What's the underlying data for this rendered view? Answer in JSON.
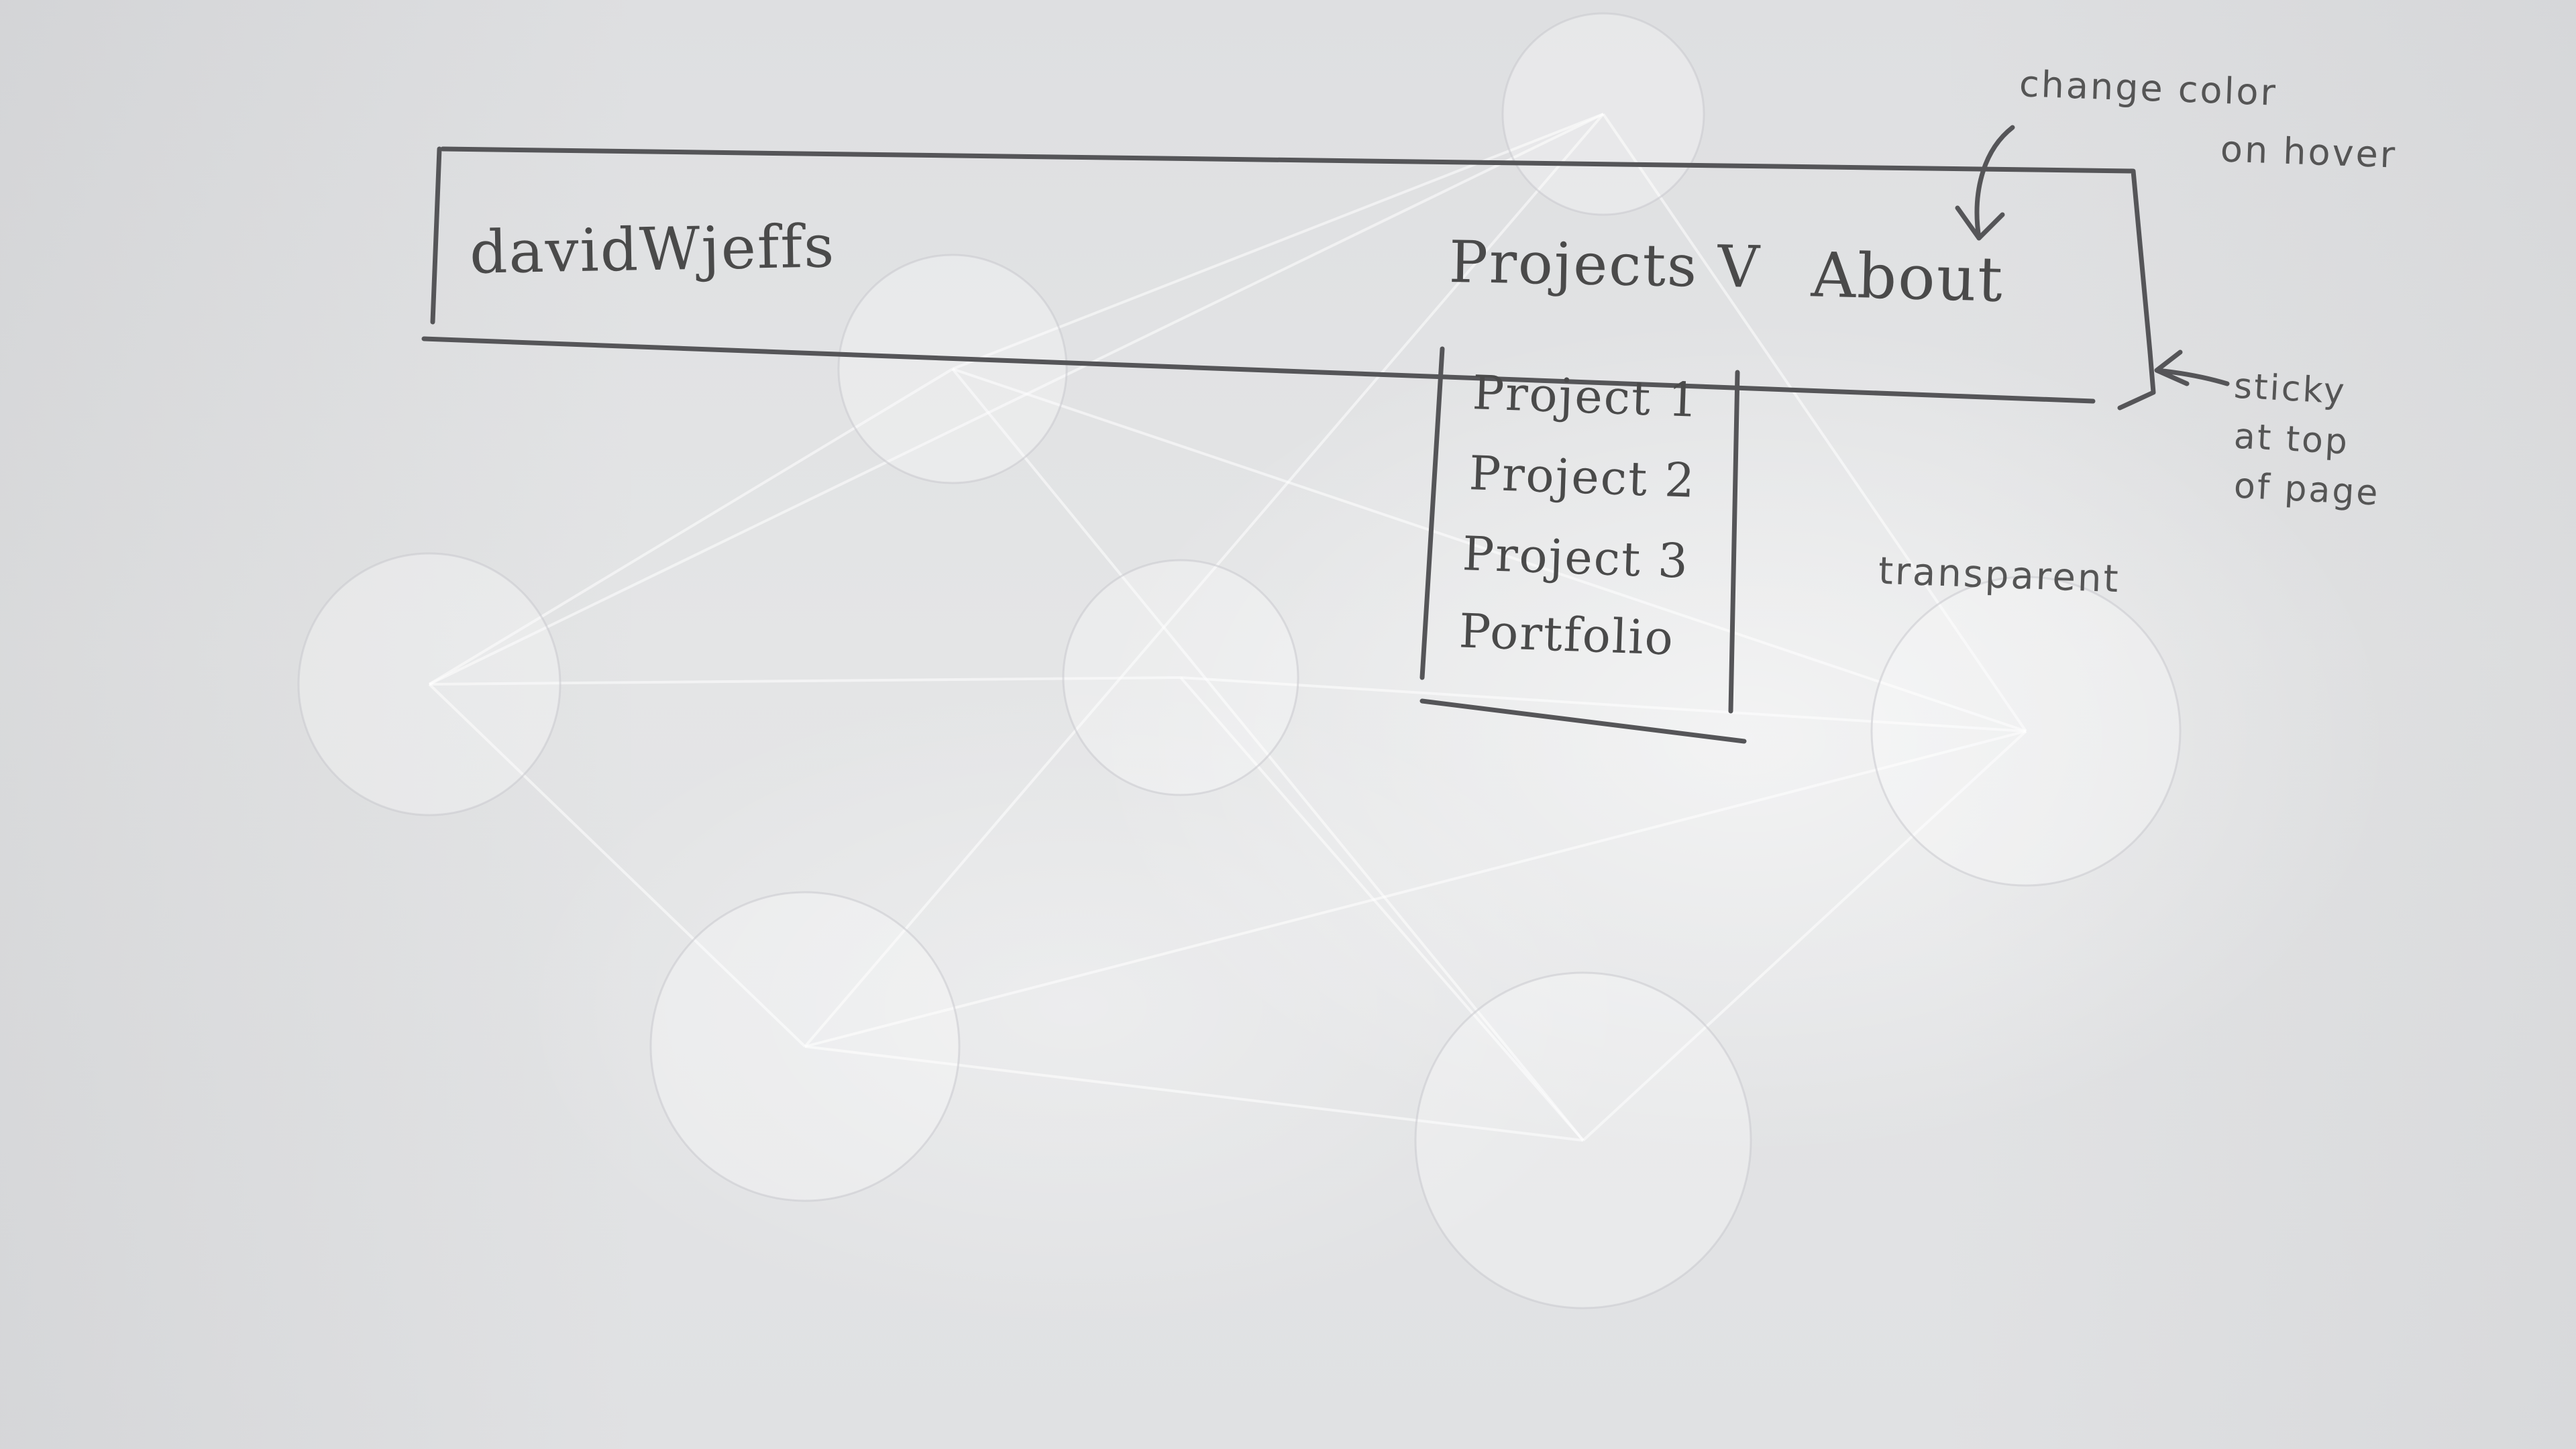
{
  "nav": {
    "brand": "davidWjeffs",
    "projects_label": "Projects V",
    "about_label": "About"
  },
  "dropdown": {
    "items": [
      "Project 1",
      "Project 2",
      "Project 3",
      "Portfolio"
    ]
  },
  "notes": {
    "hover_line1": "change color",
    "hover_line2": "on hover",
    "sticky_line1": "sticky",
    "sticky_line2": "at top",
    "sticky_line3": "of page",
    "transparent": "transparent"
  },
  "colors": {
    "paper": "#e1e2e4",
    "pencil": "#4a4a4a"
  }
}
